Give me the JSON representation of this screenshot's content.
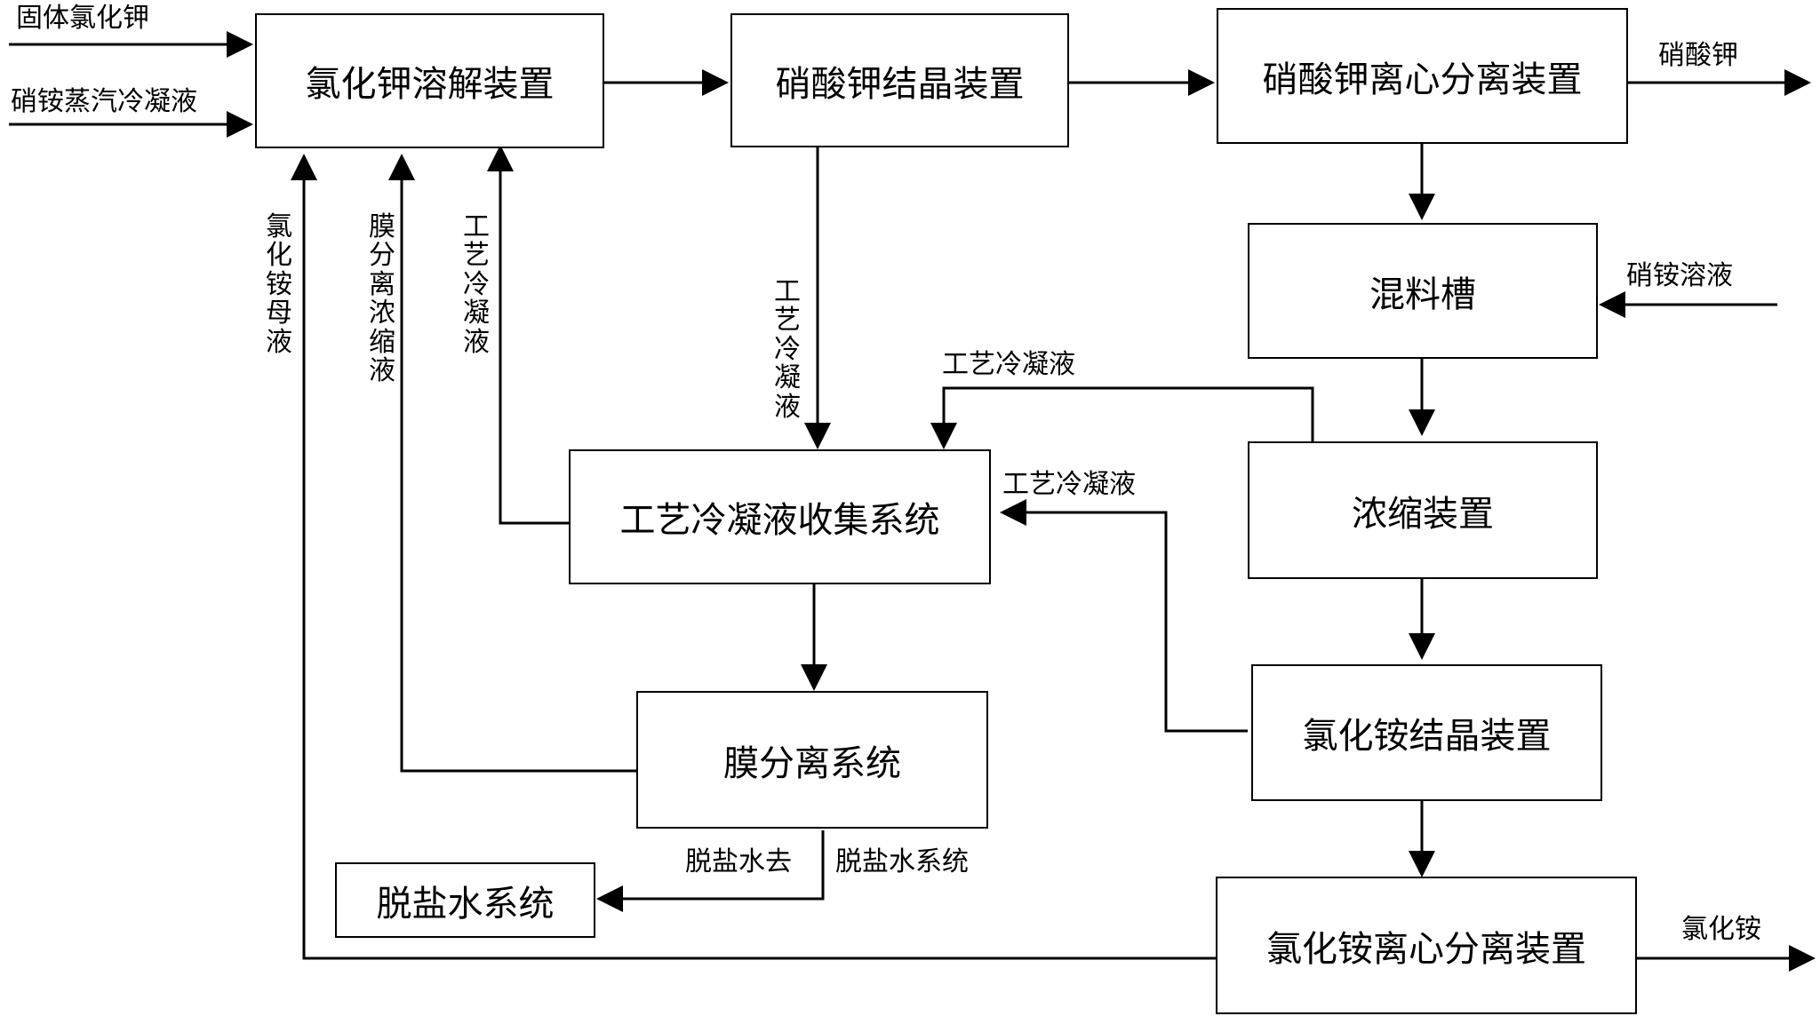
{
  "boxes": {
    "kcl_dissolve": "氯化钾溶解装置",
    "kno3_crystal": "硝酸钾结晶装置",
    "kno3_centrifuge": "硝酸钾离心分离装置",
    "mixing_tank": "混料槽",
    "concentrator": "浓缩装置",
    "condensate_collect": "工艺冷凝液收集系统",
    "membrane": "膜分离系统",
    "nh4cl_crystal": "氯化铵结晶装置",
    "nh4cl_centrifuge": "氯化铵离心分离装置",
    "desalted_water": "脱盐水系统"
  },
  "labels": {
    "input_solid_kcl": "固体氯化钾",
    "input_nh4no3_condensate": "硝铵蒸汽冷凝液",
    "output_kno3": "硝酸钾",
    "input_nh4no3_solution": "硝铵溶液",
    "nh4cl_mother_liquor": "氯化铵母液",
    "membrane_concentrate": "膜分离浓缩液",
    "process_condensate_up": "工艺冷凝液",
    "process_condensate_down": "工艺冷凝液",
    "process_condensate_concentrator": "工艺冷凝液",
    "process_condensate_nh4cl": "工艺冷凝液",
    "desalted_water_out_left": "脱盐水去",
    "desalted_water_out_right": "脱盐水系统",
    "output_nh4cl": "氯化铵"
  }
}
